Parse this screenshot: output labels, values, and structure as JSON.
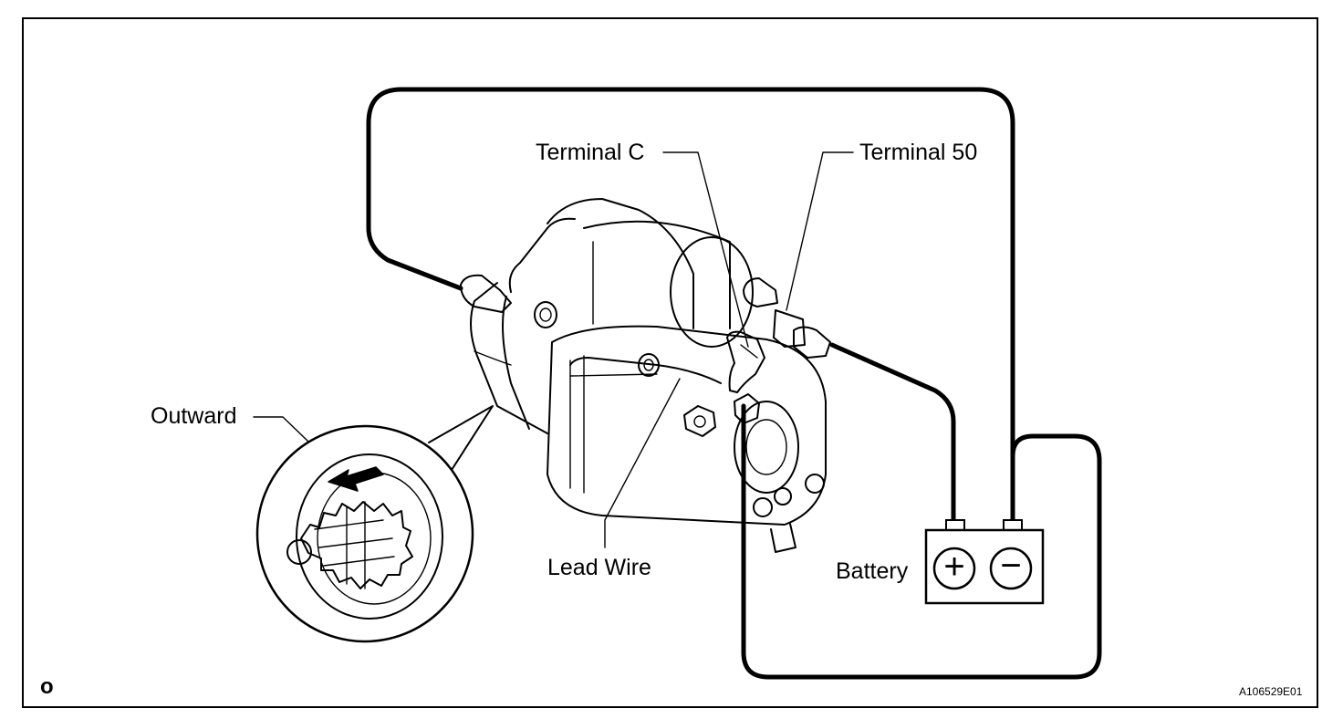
{
  "labels": {
    "terminal_c": "Terminal C",
    "terminal_50": "Terminal 50",
    "outward": "Outward",
    "lead_wire": "Lead Wire",
    "battery": "Battery",
    "corner_mark": "o",
    "figure_code": "A106529E01"
  },
  "battery": {
    "positive_symbol": "+",
    "negative_symbol": "−"
  },
  "icons": [
    "starter-motor-icon",
    "pinion-gear-icon",
    "outward-arrow-icon",
    "battery-icon"
  ]
}
